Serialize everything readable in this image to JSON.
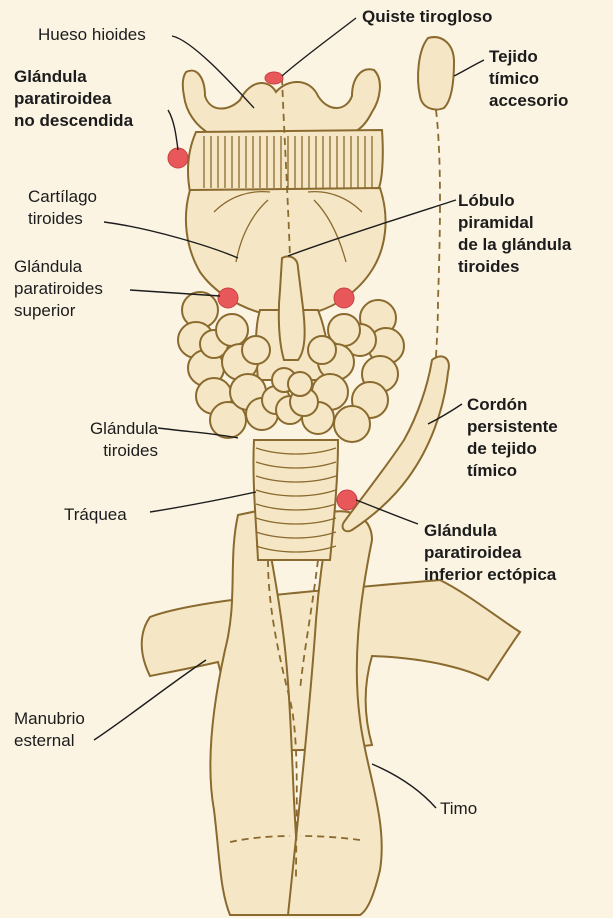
{
  "colors": {
    "background": "#fbf4e3",
    "tissue_fill": "#f5e7c5",
    "tissue_stroke": "#8a6a2e",
    "parathyroid": "#e8585a",
    "text": "#1c1c1c"
  },
  "labels": {
    "hueso_hioides": "Hueso hioides",
    "quiste_tirogloso": "Quiste tirogloso",
    "tejido_timico_accesorio": "Tejido\ntímico\naccesorio",
    "paratiroidea_no_descendida": "Glándula\nparatiroidea\nno descendida",
    "cartilago_tiroides": "Cartílago\ntiroides",
    "lobulo_piramidal": "Lóbulo\npiramidal\nde la glándula\ntiroides",
    "paratiroides_superior": "Glándula\nparatiroides\nsuperior",
    "glandula_tiroides": "Glándula\ntiroides",
    "cordon_timico": "Cordón\npersistente\nde tejido\ntímico",
    "traquea": "Tráquea",
    "paratiroidea_inferior_ectopica": "Glándula\nparatiroidea\ninferior ectópica",
    "manubrio_esternal": "Manubrio\nesternal",
    "timo": "Timo"
  }
}
